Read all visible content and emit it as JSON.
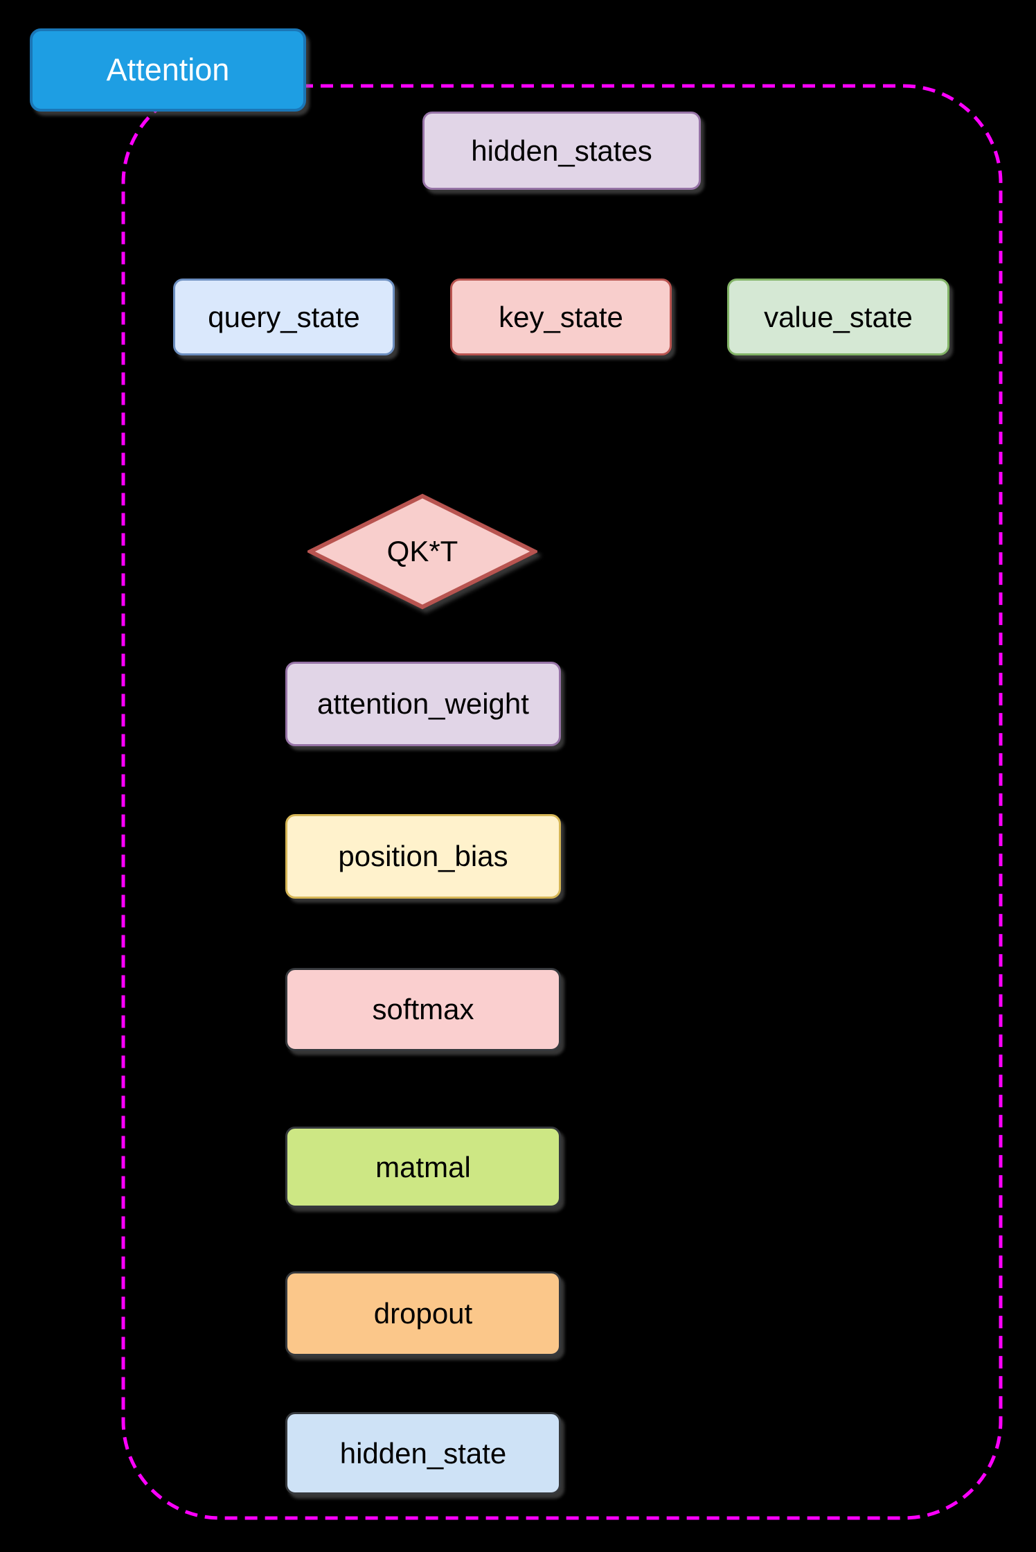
{
  "canvas": {
    "background": "#000000"
  },
  "group": {
    "title": "Attention",
    "title_fill": "#1E9EE3",
    "title_stroke": "#1A76B6",
    "title_text_color": "#FFFFFF",
    "border_color": "#FF00FF",
    "border_style": "dashed"
  },
  "nodes": {
    "hidden_states": {
      "label": "hidden_states",
      "shape": "rounded-rect",
      "fill": "#E1D5E7",
      "stroke": "#9673A6"
    },
    "query_state": {
      "label": "query_state",
      "shape": "rounded-rect",
      "fill": "#DAE8FC",
      "stroke": "#6C8EBF"
    },
    "key_state": {
      "label": "key_state",
      "shape": "rounded-rect",
      "fill": "#F8CECC",
      "stroke": "#B85450"
    },
    "value_state": {
      "label": "value_state",
      "shape": "rounded-rect",
      "fill": "#D5E8D4",
      "stroke": "#82B366"
    },
    "qkt": {
      "label": "QK*T",
      "shape": "diamond",
      "fill": "#F8CECC",
      "stroke": "#B85450"
    },
    "attention_weight": {
      "label": "attention_weight",
      "shape": "rounded-rect",
      "fill": "#E1D5E7",
      "stroke": "#9673A6"
    },
    "position_bias": {
      "label": "position_bias",
      "shape": "rounded-rect",
      "fill": "#FFF2CC",
      "stroke": "#D6B656"
    },
    "softmax": {
      "label": "softmax",
      "shape": "rounded-rect",
      "fill": "#FACFCF",
      "stroke": "#36393D"
    },
    "matmal": {
      "label": "matmal",
      "shape": "rounded-rect",
      "fill": "#CDE784",
      "stroke": "#36393D"
    },
    "dropout": {
      "label": "dropout",
      "shape": "rounded-rect",
      "fill": "#FBC78A",
      "stroke": "#36393D"
    },
    "hidden_state": {
      "label": "hidden_state",
      "shape": "rounded-rect",
      "fill": "#CEE2F6",
      "stroke": "#36393D"
    }
  }
}
